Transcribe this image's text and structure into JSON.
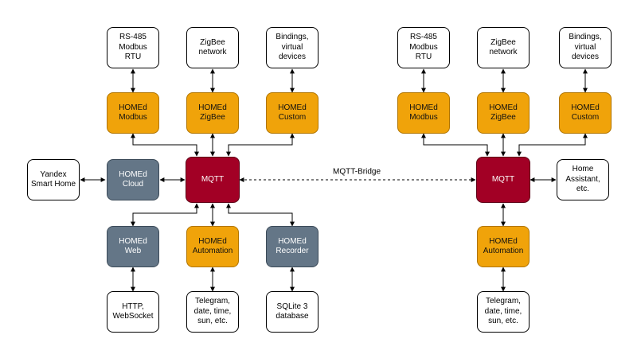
{
  "left": {
    "ext_top": [
      "RS-485\nModbus\nRTU",
      "ZigBee\nnetwork",
      "Bindings,\nvirtual\ndevices"
    ],
    "svc_top": [
      "HOMEd\nModbus",
      "HOMEd\nZigBee",
      "HOMEd\nCustom"
    ],
    "yandex": "Yandex\nSmart Home",
    "cloud": "HOMEd\nCloud",
    "mqtt": "MQTT",
    "svc_bottom": [
      "HOMEd\nWeb",
      "HOMEd\nAutomation",
      "HOMEd\nRecorder"
    ],
    "ext_bottom": [
      "HTTP,\nWebSocket",
      "Telegram,\ndate, time,\nsun, etc.",
      "SQLite 3\ndatabase"
    ]
  },
  "bridge_label": "MQTT-Bridge",
  "right": {
    "ext_top": [
      "RS-485\nModbus\nRTU",
      "ZigBee\nnetwork",
      "Bindings,\nvirtual\ndevices"
    ],
    "svc_top": [
      "HOMEd\nModbus",
      "HOMEd\nZigBee",
      "HOMEd\nCustom"
    ],
    "mqtt": "MQTT",
    "home_assistant": "Home\nAssistant,\netc.",
    "automation": "HOMEd\nAutomation",
    "ext_bottom": "Telegram,\ndate, time,\nsun, etc."
  },
  "colors": {
    "service": "#f0a30a",
    "cloud_web_recorder": "#647687",
    "mqtt": "#a20025",
    "external": "#ffffff"
  }
}
